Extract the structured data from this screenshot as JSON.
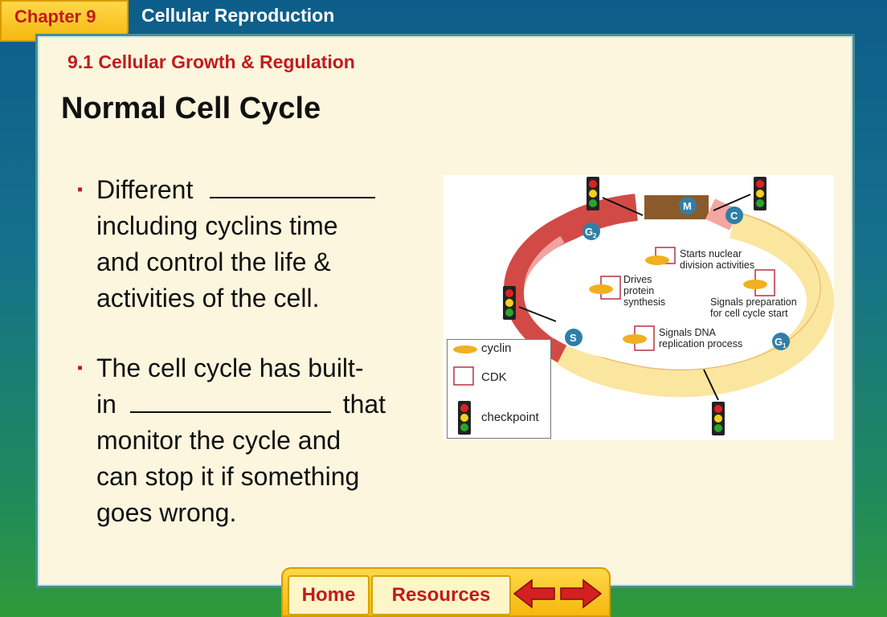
{
  "header": {
    "chapter": "Chapter 9",
    "chapter_title": "Cellular Reproduction"
  },
  "slide": {
    "section": "9.1 Cellular Growth & Regulation",
    "heading": "Normal Cell Cycle",
    "bullets": [
      {
        "lines": [
          "Different",
          "including cyclins time",
          "and control the life &",
          "activities of the cell."
        ]
      },
      {
        "lines": [
          "The cell cycle has built-",
          "in",
          "that",
          "monitor the cycle and",
          "can stop it if something",
          "goes wrong."
        ]
      }
    ]
  },
  "diagram": {
    "phases": [
      "M",
      "C",
      "G",
      "2",
      "S",
      "G",
      "1"
    ],
    "annotations": {
      "nuclear": [
        "Starts nuclear",
        "division activities"
      ],
      "protein": [
        "Drives",
        "protein",
        "synthesis"
      ],
      "prep": [
        "Signals preparation",
        "for cell cycle start"
      ],
      "dna": [
        "Signals DNA",
        "replication process"
      ]
    },
    "legend": {
      "cyclin": "cyclin",
      "cdk": "CDK",
      "checkpoint": "checkpoint"
    },
    "colors": {
      "cyclin": "#f0b020",
      "cdk": "#b83040",
      "arrow_red": "#d24a46",
      "arrow_yellow": "#fbe6a0",
      "arrow_brown": "#8b5a2b",
      "phase_badge": "#2f7fa8"
    }
  },
  "nav": {
    "home": "Home",
    "resources": "Resources",
    "prev_icon": "left-arrow-icon",
    "next_icon": "right-arrow-icon"
  }
}
